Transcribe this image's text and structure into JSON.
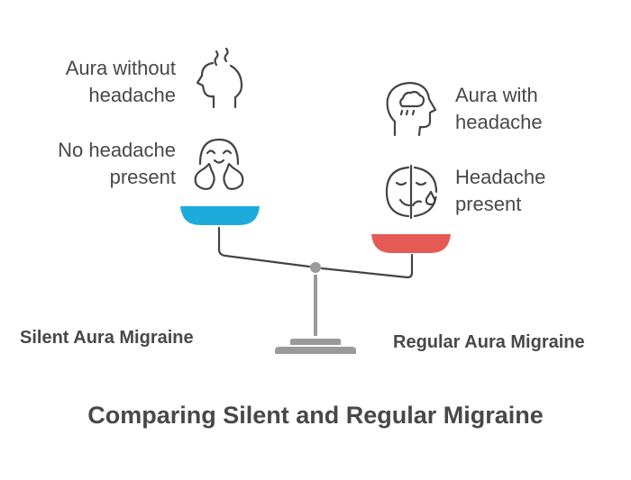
{
  "title": "Comparing Silent and Regular Migraine",
  "left": {
    "heading": "Silent Aura Migraine",
    "color": "#1DABDB",
    "items": [
      {
        "line1": "Aura without",
        "line2": "headache",
        "icon": "head-with-steam-icon"
      },
      {
        "line1": "No headache",
        "line2": "present",
        "icon": "happy-face-icon"
      }
    ]
  },
  "right": {
    "heading": "Regular Aura Migraine",
    "color": "#E55A55",
    "items": [
      {
        "line1": "Aura with",
        "line2": "headache",
        "icon": "head-with-raincloud-icon"
      },
      {
        "line1": "Headache",
        "line2": "present",
        "icon": "half-happy-half-sad-face-icon"
      }
    ]
  }
}
